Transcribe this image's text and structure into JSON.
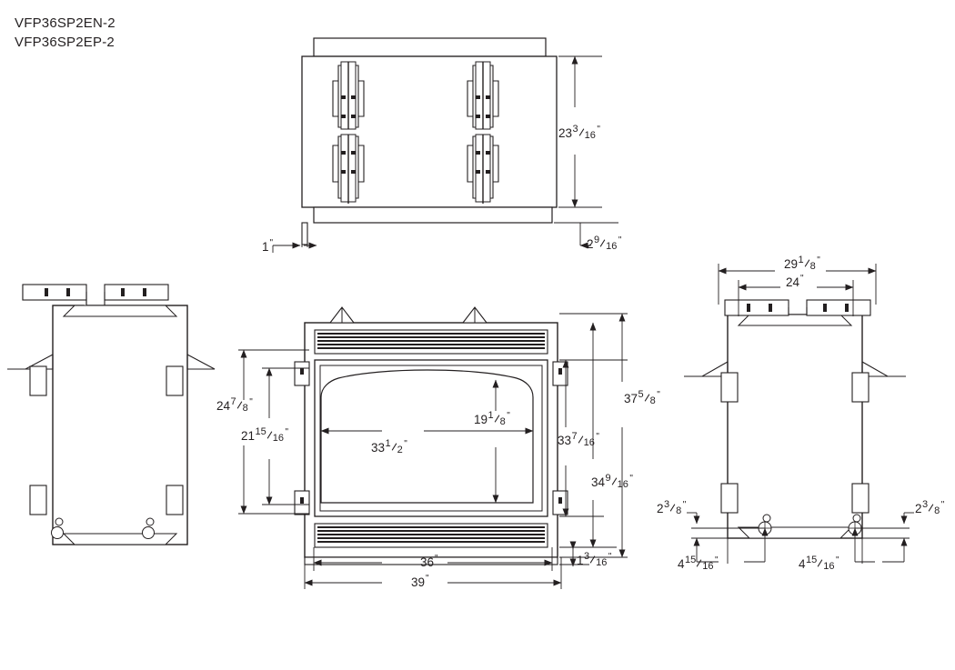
{
  "drawing": {
    "title_models": "VFP36SP2EN-2\nVFP36SP2EP-2",
    "model_1": "VFP36SP2EN-2",
    "model_2": "VFP36SP2EP-2",
    "line_color": "#231f20",
    "background": "#ffffff"
  },
  "views": {
    "top": {
      "name": "top-view"
    },
    "left": {
      "name": "left-side-view"
    },
    "front": {
      "name": "front-view"
    },
    "right": {
      "name": "right-side-view"
    }
  },
  "dimensions": {
    "top_height": {
      "whole": "23",
      "num": "3",
      "den": "16",
      "unit": "\""
    },
    "top_left_1": {
      "whole": "1",
      "num": "",
      "den": "",
      "unit": "\""
    },
    "top_depth": {
      "whole": "2",
      "num": "9",
      "den": "16",
      "unit": "\""
    },
    "front_248": {
      "whole": "24",
      "num": "7",
      "den": "8",
      "unit": "\""
    },
    "front_2115": {
      "whole": "21",
      "num": "15",
      "den": "16",
      "unit": "\""
    },
    "opening_w": {
      "whole": "33",
      "num": "1",
      "den": "2",
      "unit": "\""
    },
    "opening_h": {
      "whole": "19",
      "num": "1",
      "den": "8",
      "unit": "\""
    },
    "front_337": {
      "whole": "33",
      "num": "7",
      "den": "16",
      "unit": "\""
    },
    "front_349": {
      "whole": "34",
      "num": "9",
      "den": "16",
      "unit": "\""
    },
    "front_375": {
      "whole": "37",
      "num": "5",
      "den": "8",
      "unit": "\""
    },
    "front_36": {
      "whole": "36",
      "num": "",
      "den": "",
      "unit": "\""
    },
    "front_39": {
      "whole": "39",
      "num": "",
      "den": "",
      "unit": "\""
    },
    "front_13_16": {
      "whole": "1",
      "num": "3",
      "den": "16",
      "unit": "\""
    },
    "right_291": {
      "whole": "29",
      "num": "1",
      "den": "8",
      "unit": "\""
    },
    "right_24": {
      "whole": "24",
      "num": "",
      "den": "",
      "unit": "\""
    },
    "right_238_l": {
      "whole": "2",
      "num": "3",
      "den": "8",
      "unit": "\""
    },
    "right_238_r": {
      "whole": "2",
      "num": "3",
      "den": "8",
      "unit": "\""
    },
    "right_4156_l": {
      "whole": "4",
      "num": "15",
      "den": "16",
      "unit": "\""
    },
    "right_4156_r": {
      "whole": "4",
      "num": "15",
      "den": "16",
      "unit": "\""
    }
  }
}
